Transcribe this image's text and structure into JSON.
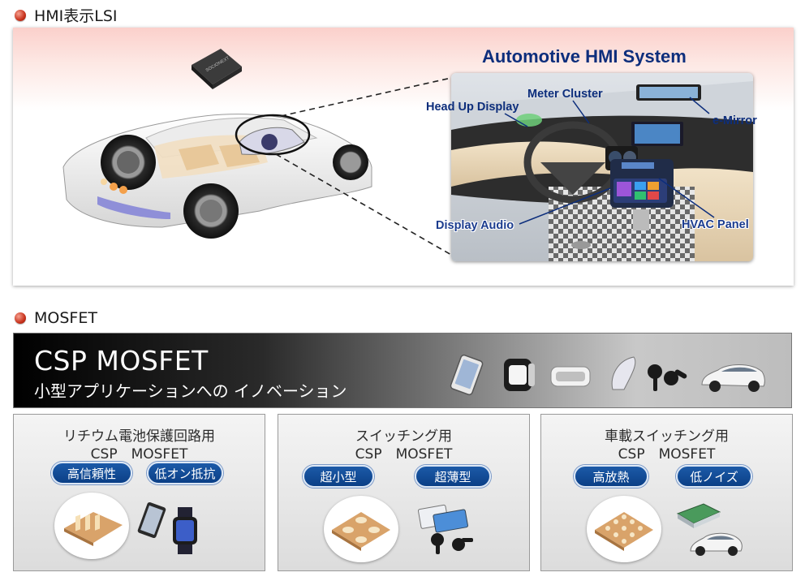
{
  "hmi_section": {
    "heading": "HMI表示LSI",
    "system_title": "Automotive HMI System",
    "labels": {
      "head_up_display": "Head Up Display",
      "meter_cluster": "Meter Cluster",
      "e_mirror": "e-Mirror",
      "display_audio": "Display Audio",
      "hvac_panel": "HVAC Panel"
    },
    "chip_marking": "SOCIONEXT"
  },
  "mosfet_section": {
    "heading": "MOSFET",
    "banner_title": "CSP MOSFET",
    "banner_subtitle": "小型アプリケーションへの イノベーション",
    "cards": [
      {
        "title_line1": "リチウム電池保護回路用",
        "title_line2": "CSP　MOSFET",
        "features": [
          "高信頼性",
          "低オン抵抗"
        ]
      },
      {
        "title_line1": "スイッチング用",
        "title_line2": "CSP　MOSFET",
        "features": [
          "超小型",
          "超薄型"
        ]
      },
      {
        "title_line1": "車載スイッチング用",
        "title_line2": "CSP　MOSFET",
        "features": [
          "高放熱",
          "低ノイズ"
        ]
      }
    ]
  },
  "colors": {
    "accent_blue": "#0d2e7c",
    "pill_blue": "#0b3f86",
    "bullet_red": "#c8321c"
  },
  "icons": [
    "smartphone-icon",
    "smartwatch-icon",
    "vr-headset-icon",
    "hearing-aid-icon",
    "earbuds-icon",
    "car-icon",
    "sd-card-icon"
  ]
}
